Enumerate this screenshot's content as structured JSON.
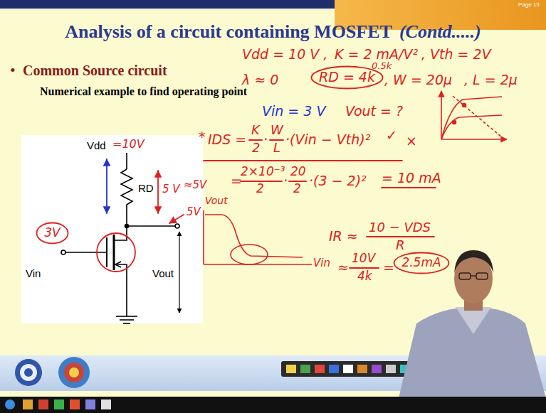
{
  "diagram": {
    "title": "Analysis of a circuit containing MOSFET",
    "nodes": [
      {
        "text": [
          "3V"
        ]
      },
      {
        "text": [
          "RD = 4k"
        ]
      },
      {
        "text": [
          "2.5mA"
        ]
      }
    ],
    "labels": [
      "•",
      "Common Source circuit",
      "Numerical example to find operating point",
      "(Contd.....)",
      "Vdd",
      "=10V",
      "RD",
      "5 V",
      "5V",
      "Vout",
      "Vin",
      "Vdd = 10 V ,",
      "K = 2 mA/V²",
      ", Vth = 2V",
      "λ ≈ 0",
      "0.5k",
      ", W = 20μ",
      ", L = 2μ",
      "Vin = 3 V",
      "Vout = ?",
      "*",
      "IDS =",
      "K",
      "2",
      "·",
      "W",
      "L",
      "·(Vin − Vth)²",
      "✓",
      "×",
      "=",
      "2×10⁻³",
      "2",
      "·",
      "20",
      "2",
      "·(3 − 2)²",
      "= 10 mA",
      "≈5V",
      "Vout",
      "Vin",
      "IR ≈",
      "10 − VDS",
      "R",
      "≈",
      "10V",
      "4k",
      "=",
      "Page 13"
    ]
  }
}
